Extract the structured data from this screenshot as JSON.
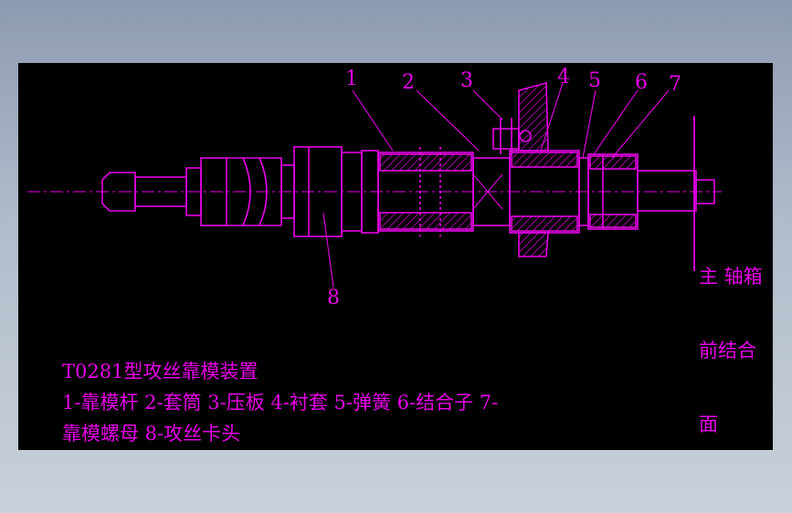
{
  "callouts": [
    "1",
    "2",
    "3",
    "4",
    "5",
    "6",
    "7",
    "8"
  ],
  "side_label": [
    "主 轴箱",
    "前结合",
    "面"
  ],
  "caption": {
    "title": "T0281型攻丝靠模装置",
    "legend_line1": "1-靠模杆  2-套筒  3-压板  4-衬套  5-弹簧  6-结合子  7-",
    "legend_line2": "靠模螺母  8-攻丝卡头"
  },
  "colors": {
    "drawing": "#e600e6",
    "background": "#000000",
    "frame_bg": "#a8b3c4"
  }
}
